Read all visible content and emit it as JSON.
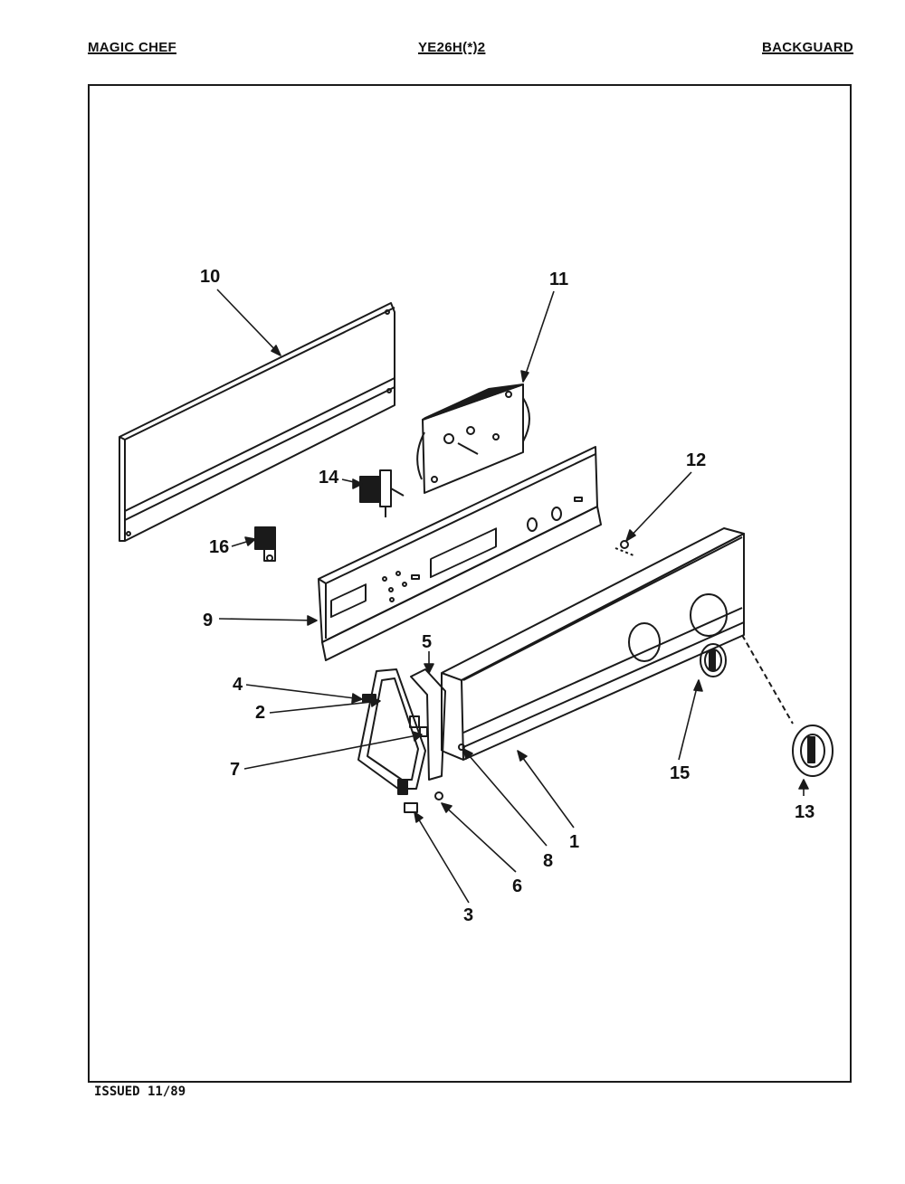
{
  "header": {
    "brand": "MAGIC CHEF",
    "model": "YE26H(*)2",
    "section": "BACKGUARD"
  },
  "footer": {
    "issued": "ISSUED 11/89"
  },
  "diagram": {
    "callouts": [
      "1",
      "2",
      "3",
      "4",
      "5",
      "6",
      "7",
      "8",
      "9",
      "10",
      "11",
      "12",
      "13",
      "14",
      "15",
      "16"
    ]
  }
}
